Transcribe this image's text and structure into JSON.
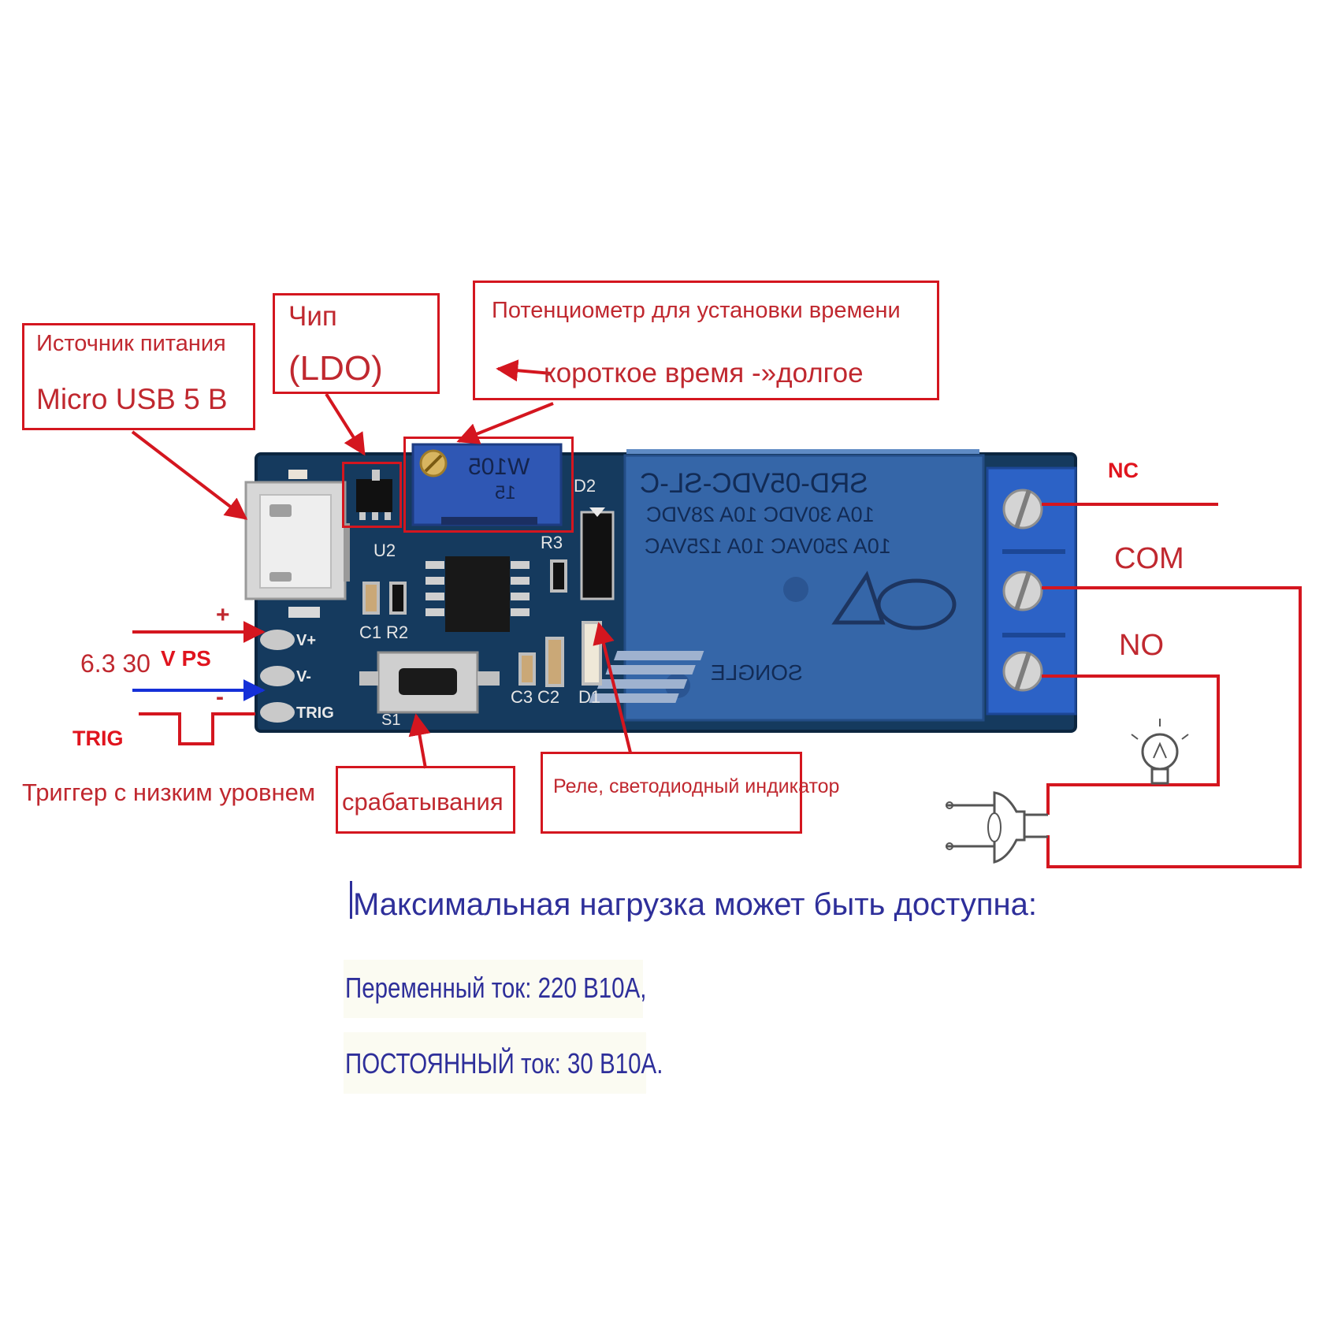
{
  "labels": {
    "power_title": "Источник питания",
    "power_sub": "Micro USB 5 B",
    "chip_title": "Чип",
    "chip_sub": "(LDO)",
    "pot_title": "Потенциометр для установки времени",
    "pot_sub": "короткое время -»долгое",
    "nc": "NC",
    "com": "COM",
    "no": "NO",
    "plus": "+",
    "minus": "-",
    "vps_num": "6.3 30",
    "vps_bold": "V PS",
    "trig": "TRIG",
    "trigger_text": "Триггер с низким уровнем",
    "trigger_box": "срабатывания",
    "relay_led": "Реле, светодиодный индикатор",
    "max_load": "Максимальная нагрузка может быть доступна:",
    "ac": "Переменный ток: 220 В10А,",
    "dc": "ПОСТОЯННЫЙ ток: 30 В10А."
  },
  "board": {
    "pins": [
      "V+",
      "V-",
      "TRIG"
    ],
    "silk": [
      "U2",
      "C1",
      "R2",
      "R3",
      "D2",
      "C3",
      "C2",
      "D1",
      "S1"
    ],
    "pot_marks": [
      "W105",
      "15"
    ],
    "relay_lines": [
      "SRD-05VDC-SL-C",
      "10A 30VDC  10A 28VDC",
      "10A 250VAC  10A 125VAC",
      "SONGLE"
    ]
  },
  "colors": {
    "annotation": "#d4161f",
    "pcb": "#153a5e",
    "relay": "#3566a8",
    "terminal": "#2c62c6",
    "navy_text": "#2e2f9a",
    "blue_arrow": "#1530d8"
  }
}
